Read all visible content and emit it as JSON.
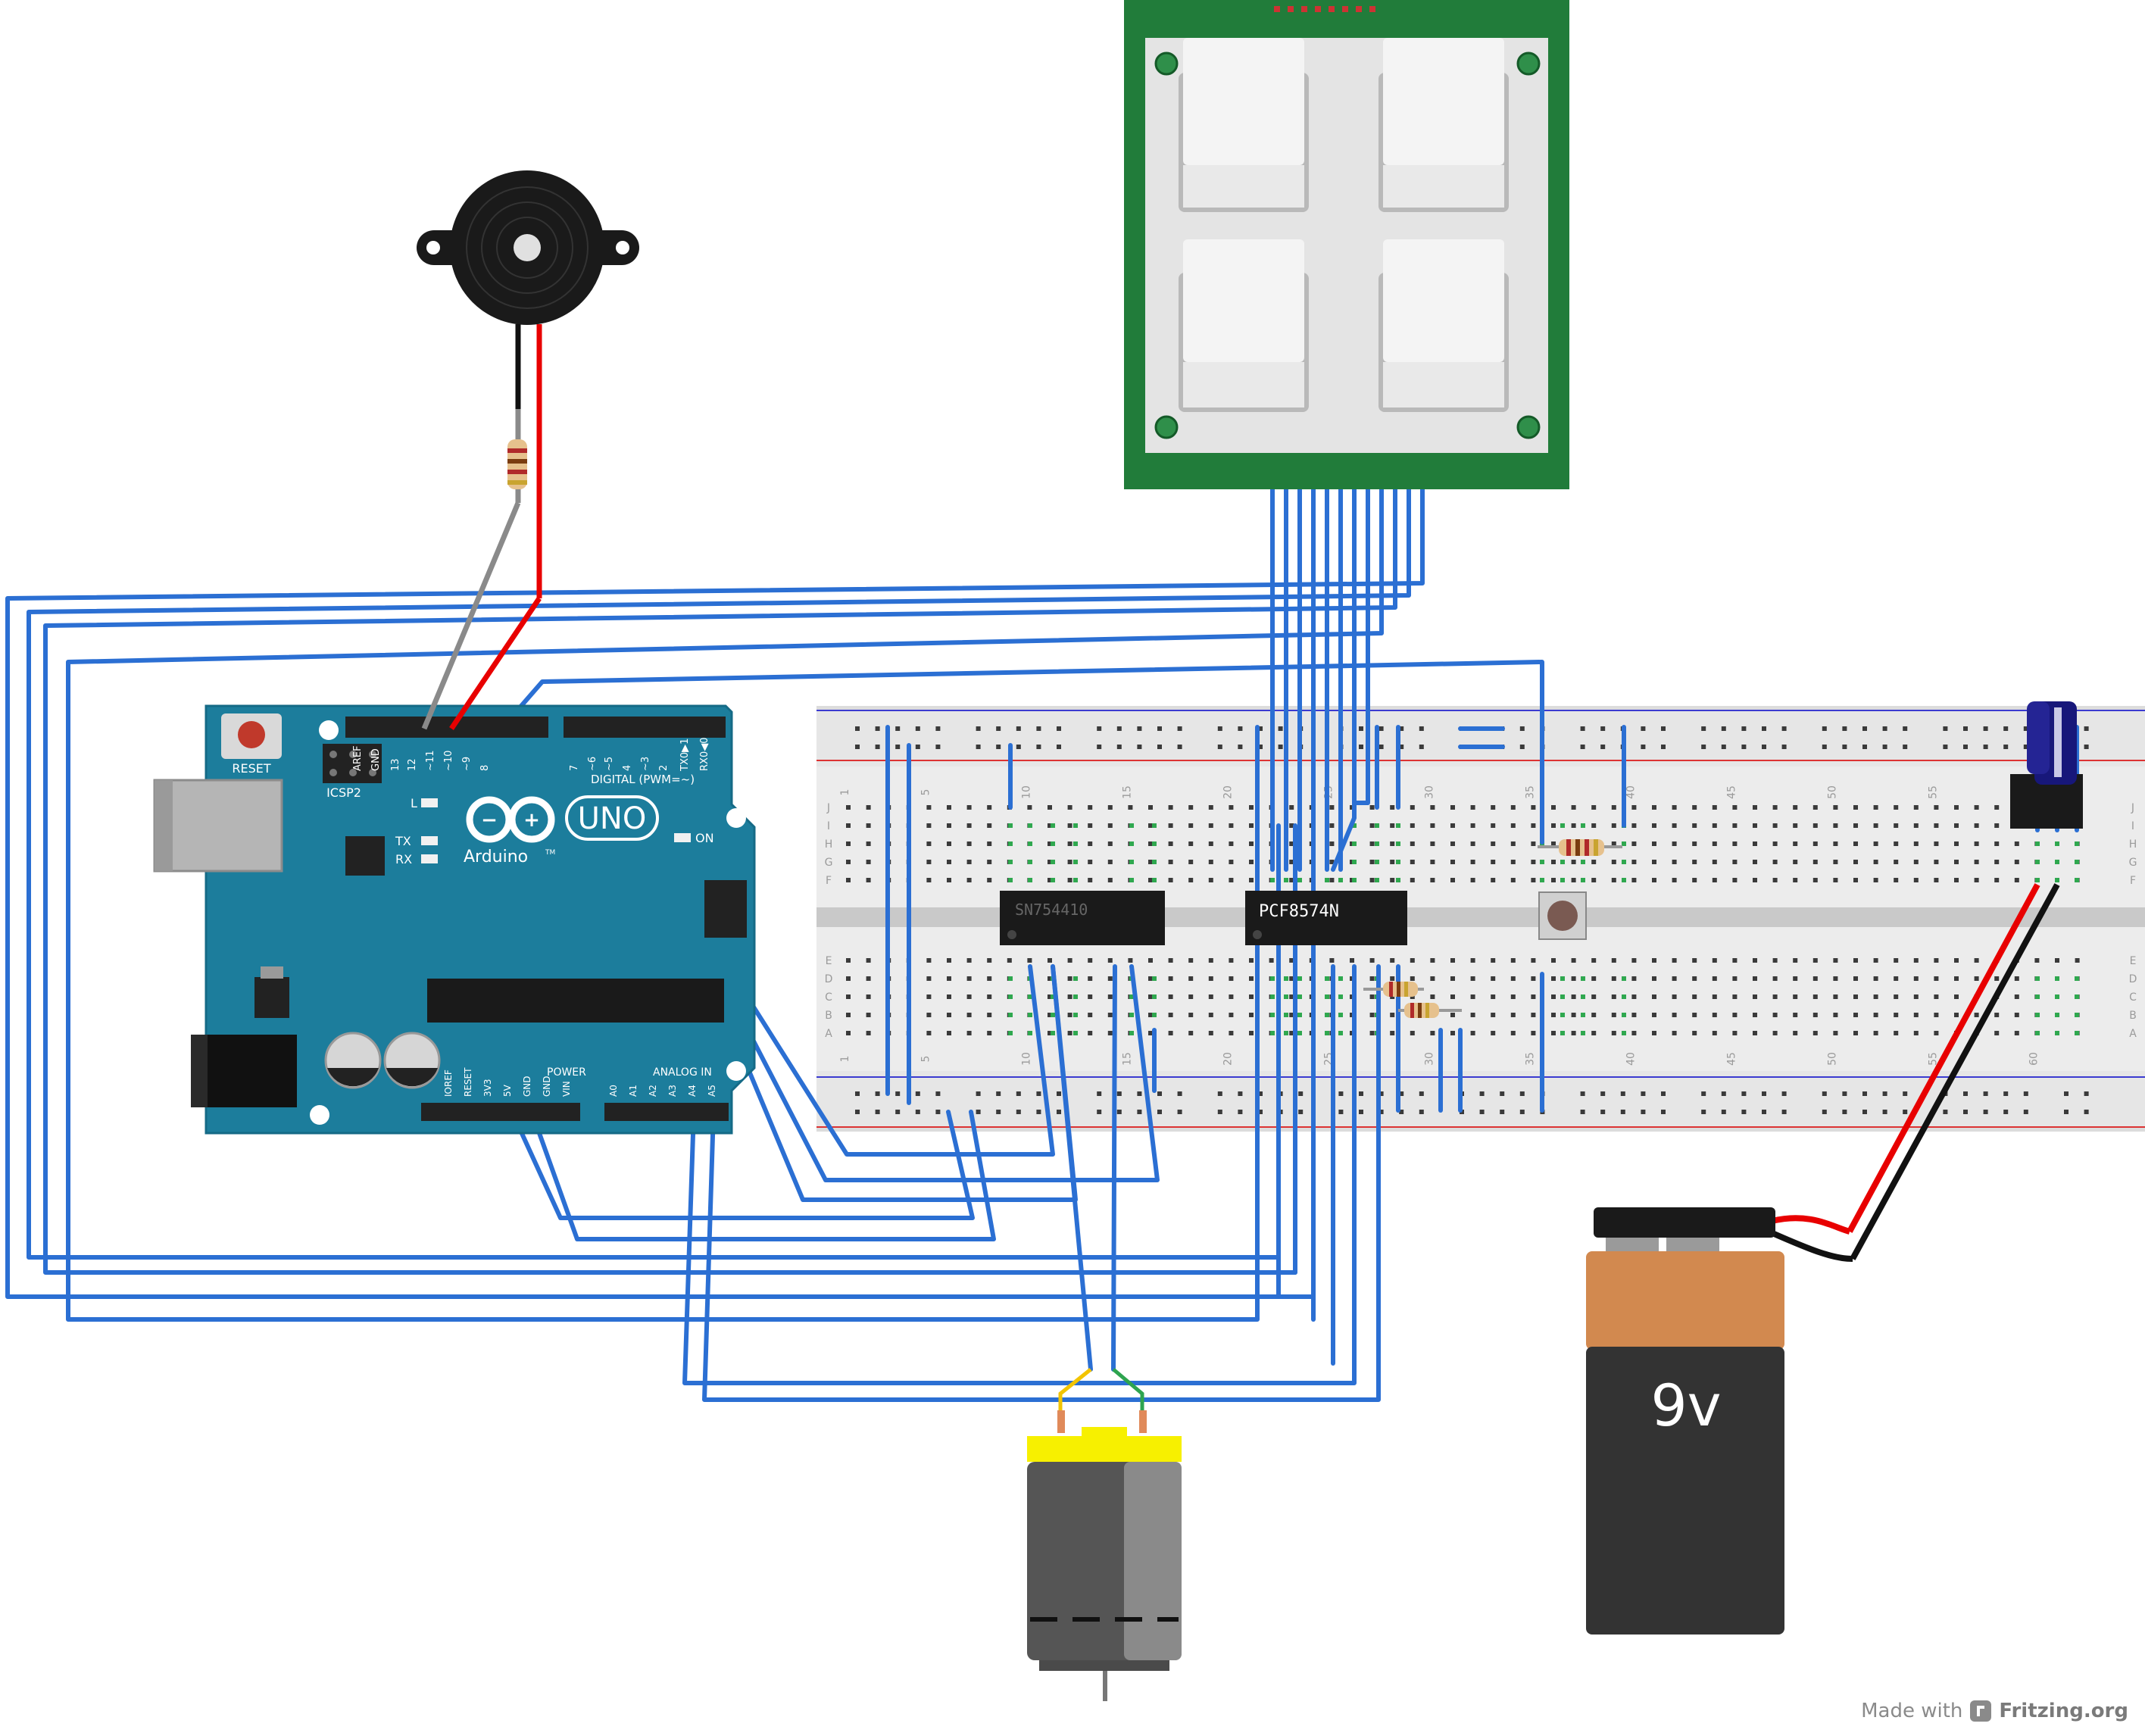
{
  "arduino": {
    "reset_label": "RESET",
    "icsp_label": "ICSP2",
    "uno_label": "UNO",
    "brand_label": "Arduino",
    "tm": "TM",
    "on_label": "ON",
    "l_label": "L",
    "tx_label": "TX",
    "rx_label": "RX",
    "digital_label": "DIGITAL (PWM=~)",
    "power_label": "POWER",
    "analog_label": "ANALOG IN",
    "top_pins": [
      "AREF",
      "GND",
      "13",
      "12",
      "~11",
      "~10",
      "~9",
      "8",
      "7",
      "~6",
      "~5",
      "4",
      "~3",
      "2",
      "TX0▶1",
      "RX0◀0"
    ],
    "power_pins": [
      "IOREF",
      "RESET",
      "3V3",
      "5V",
      "GND",
      "GND",
      "VIN"
    ],
    "analog_pins": [
      "A0",
      "A1",
      "A2",
      "A3",
      "A4",
      "A5"
    ]
  },
  "chips": {
    "driver_label": "SN754410",
    "expander_label": "PCF8574N"
  },
  "breadboard": {
    "col_numbers": [
      "1",
      "5",
      "10",
      "15",
      "20",
      "25",
      "30",
      "35",
      "40",
      "45",
      "50",
      "55",
      "60"
    ],
    "row_letters_top": [
      "J",
      "I",
      "H",
      "G",
      "F"
    ],
    "row_letters_bottom": [
      "E",
      "D",
      "C",
      "B",
      "A"
    ]
  },
  "battery": {
    "voltage_label": "9v"
  },
  "credit": {
    "prefix": "Made with",
    "brand": "Fritzing.org"
  },
  "colors": {
    "wire": "#2b6fd3",
    "arduino_board": "#1c7d9c",
    "keypad_pcb": "#217c3a",
    "power_red": "#e80000",
    "battery_copper": "#d2894f",
    "battery_body": "#333333",
    "motor_yellow": "#f7f000"
  }
}
